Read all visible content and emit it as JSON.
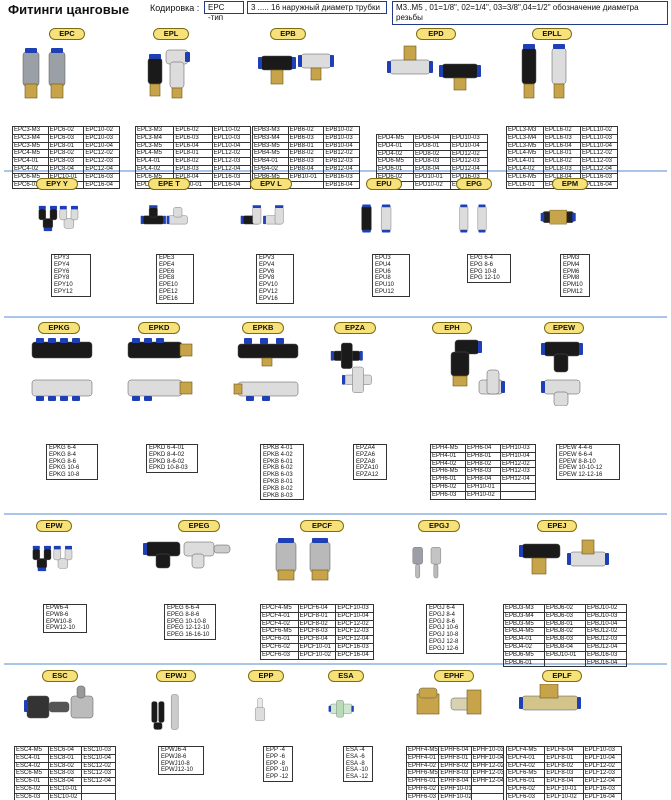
{
  "header": {
    "title": "Фитинги цанговые",
    "code_label": "Кодировка :",
    "box1": "EPC -тип",
    "box2": "3 ..... 16 наружный диаметр трубки",
    "box3": "M3..M5 , 01=1/8\", 02=1/4\", 03=3/8\",04=1/2\" обозначение диаметра резьбы"
  },
  "colors": {
    "badge": "#f6e17a",
    "separator": "#a9c6e6",
    "border_blue": "#233a86",
    "push_ring": "#1f3fb4",
    "body_black": "#1a1a1a",
    "body_white": "#e2e2e2",
    "brass": "#c7a44a"
  },
  "items": [
    {
      "badge": "EPC",
      "cols": [
        [
          "EPC3-M3",
          "EPC3-M4",
          "EPC3-M5",
          "EPC4-M5",
          "EPC4-01",
          "EPC4-02",
          "EPC6-M5",
          "EPC6-01"
        ],
        [
          "EPC6-02",
          "EPC6-03",
          "EPC8-01",
          "EPC8-02",
          "EPC8-03",
          "EPC8-04",
          "EPC10-01"
        ],
        [
          "EPC10-02",
          "EPC10-03",
          "EPC10-04",
          "EPC12-02",
          "EPC12-03",
          "EPC12-04",
          "EPC16-03",
          "EPC16-04"
        ]
      ]
    },
    {
      "badge": "EPL",
      "cols": [
        [
          "EPL3-M3",
          "EPL3-M4",
          "EPL3-M5",
          "EPL4-M5",
          "EPL4-01",
          "EPL4-02",
          "EPL6-M5",
          "EPL6-01"
        ],
        [
          "EPL6-02",
          "EPL6-03",
          "EPL6-04",
          "EPL8-01",
          "EPL8-02",
          "EPL8-03",
          "EPL8-04",
          "EPL10-01"
        ],
        [
          "EPL10-02",
          "EPL10-03",
          "EPL10-04",
          "EPL12-02",
          "EPL12-03",
          "EPL12-04",
          "EPL16-03",
          "EPL16-04"
        ]
      ]
    },
    {
      "badge": "EPB",
      "cols": [
        [
          "EPB3-M3",
          "EPB3-M4",
          "EPB3-M5",
          "EPB4-M5",
          "EPB4-01",
          "EPB4-02",
          "EPB6-M5",
          "EPB6-01"
        ],
        [
          "EPB6-02",
          "EPB6-03",
          "EPB8-01",
          "EPB8-02",
          "EPB8-03",
          "EPB8-04",
          "EPB10-01"
        ],
        [
          "EPB10-02",
          "EPB10-03",
          "EPB10-04",
          "EPB12-02",
          "EPB12-03",
          "EPB12-04",
          "EPB16-03",
          "EPB16-04"
        ]
      ]
    },
    {
      "badge": "EPD",
      "cols": [
        [
          "EPD4-M5",
          "EPD4-01",
          "EPD4-02",
          "EPD6-M5",
          "EPD6-01",
          "EPD6-02",
          "EPD6-03"
        ],
        [
          "EPD6-04",
          "EPD8-01",
          "EPD8-02",
          "EPD8-03",
          "EPD8-04",
          "EPD10-01",
          "EPD10-02"
        ],
        [
          "EPD10-03",
          "EPD10-04",
          "EPD12-02",
          "EPD12-03",
          "EPD12-04",
          "EPD16-03",
          "EPD16-04"
        ]
      ]
    },
    {
      "badge": "EPLL",
      "cols": [
        [
          "EPLL3-M3",
          "EPLL3-M4",
          "EPLL3-M5",
          "EPLL4-M5",
          "EPLL4-01",
          "EPLL4-02",
          "EPLL6-M5",
          "EPLL6-01"
        ],
        [
          "EPLL6-02",
          "EPLL6-03",
          "EPLL6-04",
          "EPLL8-01",
          "EPLL8-02",
          "EPLL8-03",
          "EPLL8-04",
          "EPLL10-01"
        ],
        [
          "EPLL10-02",
          "EPLL10-03",
          "EPLL10-04",
          "EPLL12-02",
          "EPLL12-03",
          "EPLL12-04",
          "EPLL16-03",
          "EPLL16-04"
        ]
      ]
    },
    {
      "badge": "EPY Y",
      "list": [
        "EPY3",
        "EPY4",
        "EPY6",
        "EPY8",
        "EPY10",
        "EPY12"
      ]
    },
    {
      "badge": "EPE T",
      "list": [
        "EPE3",
        "EPE4",
        "EPE6",
        "EPE8",
        "EPE10",
        "EPE12",
        "EPE16"
      ]
    },
    {
      "badge": "EPV L",
      "list": [
        "EPV3",
        "EPV4",
        "EPV6",
        "EPV8",
        "EPV10",
        "EPV12",
        "EPV16"
      ]
    },
    {
      "badge": "EPU",
      "list": [
        "EPU3",
        "EPU4",
        "EPU6",
        "EPU8",
        "EPU10",
        "EPU12"
      ]
    },
    {
      "badge": "EPG",
      "list": [
        "EPG 6-4",
        "EPG 8-6",
        "EPG 10-8",
        "EPG 12-10"
      ]
    },
    {
      "badge": "EPM",
      "list": [
        "EPM3",
        "EPM4",
        "EPM6",
        "EPM8",
        "EPM10",
        "EPM12"
      ]
    },
    {
      "badge": "EPKG",
      "list": [
        "EPKG 6-4",
        "EPKG 8-4",
        "EPKG 8-6",
        "EPKG 10-6",
        "EPKG 10-8"
      ]
    },
    {
      "badge": "EPKD",
      "list": [
        "EPKD 6-4-01",
        "EPKD 8-4-02",
        "EPKD 8-6-02",
        "EPKD 10-8-03"
      ]
    },
    {
      "badge": "EPKB",
      "list": [
        "EPKB 4-01",
        "EPKB 4-02",
        "EPKB 6-01",
        "EPKB 6-02",
        "EPKB 6-03",
        "EPKB 8-01",
        "EPKB 8-02",
        "EPKB 8-03"
      ]
    },
    {
      "badge": "EPZA",
      "list": [
        "EPZA4",
        "EPZA6",
        "EPZA8",
        "EPZA10",
        "EPZA12"
      ]
    },
    {
      "badge": "EPH",
      "cols": [
        [
          "EPH4-M5",
          "EPH4-01",
          "EPH4-02",
          "EPH6-M5",
          "EPH6-01",
          "EPH6-02",
          "EPH6-03"
        ],
        [
          "EPH6-04",
          "EPH8-01",
          "EPH8-02",
          "EPH8-03",
          "EPH8-04",
          "EPH10-01",
          "EPH10-02"
        ],
        [
          "EPH10-03",
          "EPH10-04",
          "EPH12-02",
          "EPH12-03",
          "EPH12-04"
        ]
      ]
    },
    {
      "badge": "EPEW",
      "list": [
        "EPEW 4-4-6",
        "EPEW 6-6-4",
        "EPEW 8-8-10",
        "EPEW 10-10-12",
        "EPEW 12-12-16"
      ]
    },
    {
      "badge": "EPW",
      "list": [
        "EPW6-4",
        "EPW8-6",
        "EPW10-8",
        "EPW12-10"
      ]
    },
    {
      "badge": "EPEG",
      "list": [
        "EPEG 6-6-4",
        "EPEG 8-8-6",
        "EPEG 10-10-8",
        "EPEG 12-12-10",
        "EPEG 16-16-10"
      ]
    },
    {
      "badge": "EPCF",
      "cols": [
        [
          "EPCF4-M5",
          "EPCF4-01",
          "EPCF4-02",
          "EPCF6-M5",
          "EPCF6-01",
          "EPCF6-02",
          "EPCF6-03"
        ],
        [
          "EPCF6-04",
          "EPCF8-01",
          "EPCF8-02",
          "EPCF8-03",
          "EPCF8-04",
          "EPCF10-01",
          "EPCF10-02"
        ],
        [
          "EPCF10-03",
          "EPCF10-04",
          "EPCF12-02",
          "EPCF12-03",
          "EPCF12-04",
          "EPCF16-03",
          "EPCF16-04"
        ]
      ]
    },
    {
      "badge": "EPGJ",
      "list": [
        "EPGJ 6-4",
        "EPGJ 8-4",
        "EPGJ 8-6",
        "EPGJ 10-6",
        "EPGJ 10-8",
        "EPGJ 12-8",
        "EPGJ 12-6"
      ]
    },
    {
      "badge": "EPEJ",
      "cols": [
        [
          "EPBJ3-M3",
          "EPBJ3-M4",
          "EPBJ3-M5",
          "EPBJ4-M5",
          "EPBJ4-01",
          "EPBJ4-02",
          "EPBJ6-M5",
          "EPBJ6-01"
        ],
        [
          "EPBJ6-02",
          "EPBJ6-03",
          "EPBJ8-01",
          "EPBJ8-02",
          "EPBJ8-03",
          "EPBJ8-04",
          "EPBJ10-01"
        ],
        [
          "EPBJ10-02",
          "EPBJ10-03",
          "EPBJ10-04",
          "EPBJ12-02",
          "EPBJ12-03",
          "EPBJ12-04",
          "EPBJ16-03",
          "EPBJ16-04"
        ]
      ]
    },
    {
      "badge": "ESC",
      "cols": [
        [
          "ESC4-M5",
          "ESC4-01",
          "ESC4-02",
          "ESC6-M5",
          "ESC6-01",
          "ESC6-02",
          "ESC6-03"
        ],
        [
          "ESC6-04",
          "ESC8-01",
          "ESC8-02",
          "ESC8-03",
          "ESC8-04",
          "ESC10-01",
          "ESC10-02"
        ],
        [
          "ESC10-03",
          "ESC10-04",
          "ESC12-02",
          "ESC12-03",
          "ESC12-04"
        ]
      ]
    },
    {
      "badge": "EPWJ",
      "list": [
        "EPWJ6-4",
        "EPWJ8-6",
        "EPWJ10-8",
        "EPWJ12-10"
      ]
    },
    {
      "badge": "EPP",
      "list": [
        "EPP -4",
        "EPP -6",
        "EPP -8",
        "EPP -10",
        "EPP -12"
      ]
    },
    {
      "badge": "ESA",
      "list": [
        "ESA -4",
        "ESA -6",
        "ESA -8",
        "ESA -10",
        "ESA -12"
      ]
    },
    {
      "badge": "EPHF",
      "cols": [
        [
          "EPHF4-M5",
          "EPHF4-01",
          "EPHF4-02",
          "EPHF6-M5",
          "EPHF6-01",
          "EPHF6-02",
          "EPHF6-03"
        ],
        [
          "EPHF6-04",
          "EPHF8-01",
          "EPHF8-02",
          "EPHF8-03",
          "EPHF8-04",
          "EPHF10-01",
          "EPHF10-02"
        ],
        [
          "EPHF10-03",
          "EPHF10-04",
          "EPHF12-02",
          "EPHF12-03",
          "EPHF12-04"
        ]
      ]
    },
    {
      "badge": "EPLF",
      "cols": [
        [
          "EPLF4-M5",
          "EPLF4-01",
          "EPLF4-02",
          "EPLF6-M5",
          "EPLF6-01",
          "EPLF6-02",
          "EPLF6-03"
        ],
        [
          "EPLF6-04",
          "EPLF8-01",
          "EPLF8-02",
          "EPLF8-03",
          "EPLF8-04",
          "EPLF10-01",
          "EPLF10-02"
        ],
        [
          "EPLF10-03",
          "EPLF10-04",
          "EPLF12-02",
          "EPLF12-03",
          "EPLF12-04",
          "EPLF16-03",
          "EPLF16-04"
        ]
      ]
    }
  ]
}
